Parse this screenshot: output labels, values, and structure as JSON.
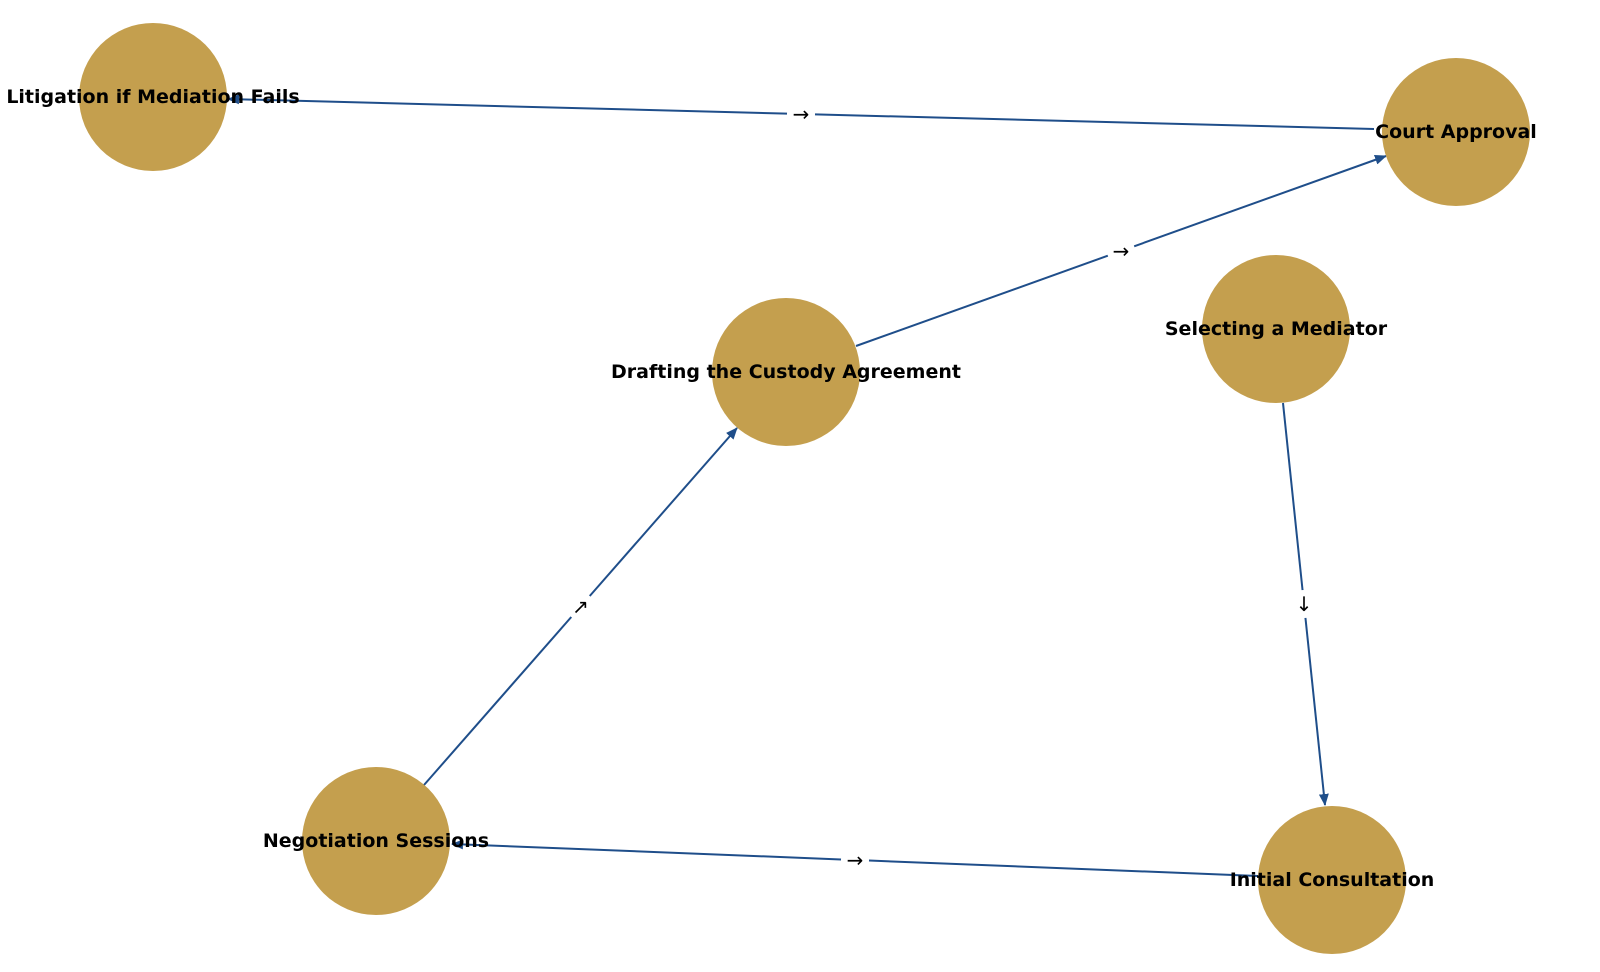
{
  "colors": {
    "node_fill": "#C49F4E",
    "edge": "#1F4E8A",
    "label_text": "#000000",
    "background": "#FFFFFF"
  },
  "nodes": [
    {
      "id": "litigation",
      "label": "Litigation if Mediation Fails"
    },
    {
      "id": "court",
      "label": "Court Approval"
    },
    {
      "id": "drafting",
      "label": "Drafting the Custody Agreement"
    },
    {
      "id": "selecting",
      "label": "Selecting a Mediator"
    },
    {
      "id": "negotiation",
      "label": "Negotiation Sessions"
    },
    {
      "id": "initial",
      "label": "Initial Consultation"
    }
  ],
  "edges": [
    {
      "from": "court",
      "to": "litigation",
      "label": "→"
    },
    {
      "from": "drafting",
      "to": "court",
      "label": "→"
    },
    {
      "from": "selecting",
      "to": "initial",
      "label": "↓"
    },
    {
      "from": "negotiation",
      "to": "drafting",
      "label": "↗"
    },
    {
      "from": "initial",
      "to": "negotiation",
      "label": "→"
    }
  ]
}
